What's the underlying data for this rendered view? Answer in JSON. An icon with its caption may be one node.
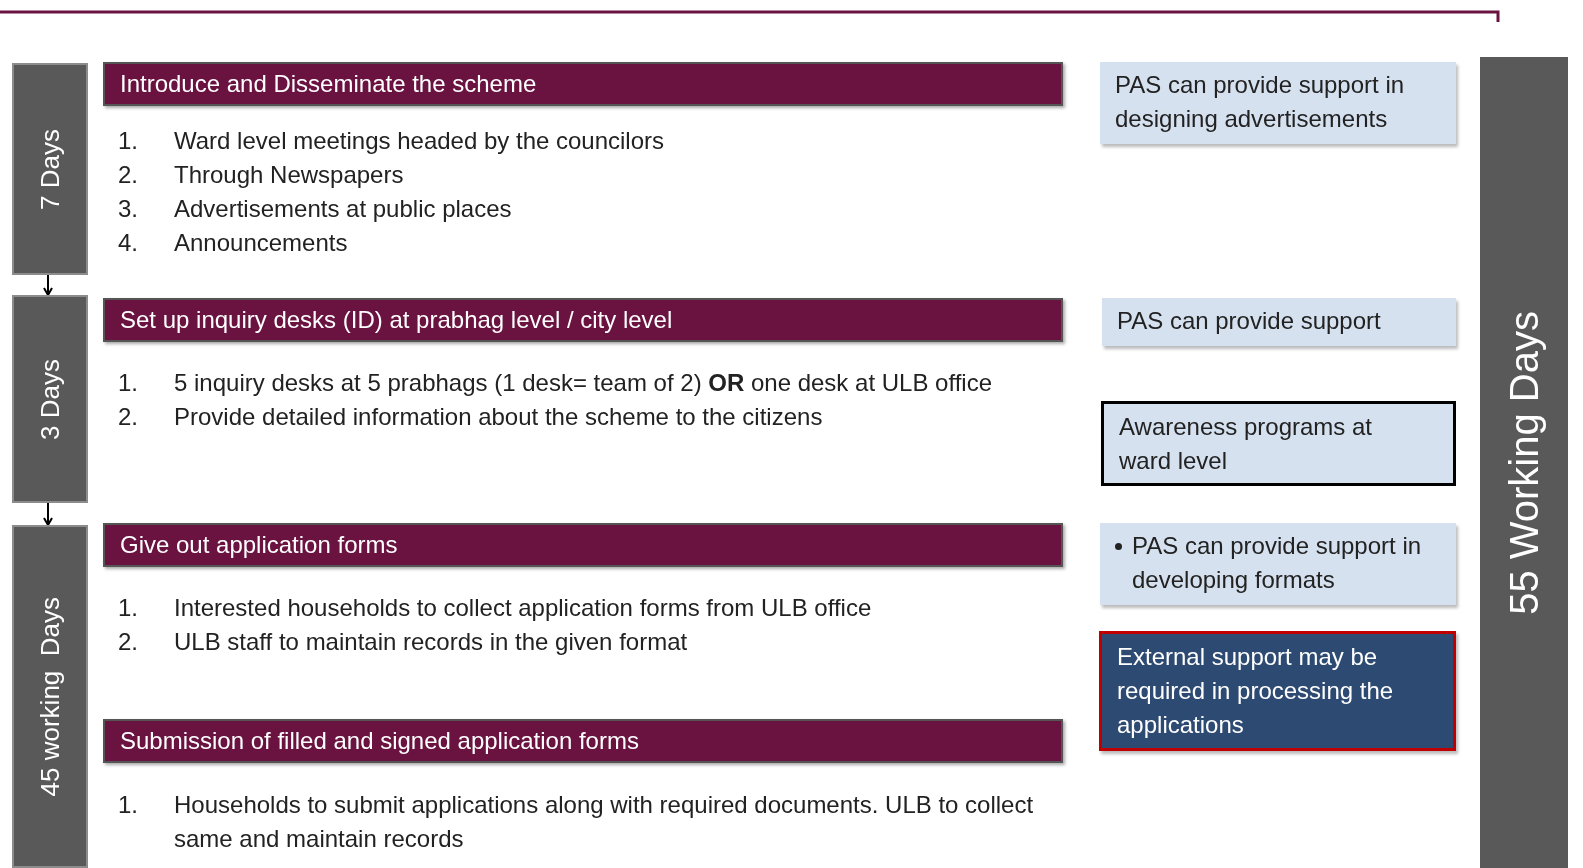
{
  "diagram": {
    "nodes": [
      {
        "text": [
          "7 Days"
        ]
      },
      {
        "text": [
          "Introduce and Disseminate the scheme"
        ]
      },
      {
        "text": [
          "3 Days"
        ]
      },
      {
        "text": [
          "Set up inquiry desks (ID) at prabhag level / city level"
        ]
      },
      {
        "text": [
          "45 working  Days"
        ]
      },
      {
        "text": [
          "Give out application forms"
        ]
      },
      {
        "text": [
          "Submission of filled and signed application forms"
        ]
      },
      {
        "text": [
          "PAS can provide support in designing advertisements"
        ]
      },
      {
        "text": [
          "PAS can provide support"
        ]
      },
      {
        "text": [
          "Awareness programs at ward level"
        ]
      },
      {
        "text": [
          "PAS can provide support in developing formats"
        ]
      },
      {
        "text": [
          "External support may be required in processing the applications"
        ]
      },
      {
        "text": [
          "55 Working Days"
        ]
      }
    ],
    "edges": [
      {
        "from": 0,
        "to": 2,
        "arrow": "to"
      },
      {
        "from": 2,
        "to": 4,
        "arrow": "to"
      }
    ],
    "labels": [
      "1.",
      "Ward level meetings headed by the councilors",
      "2.",
      "Through Newspapers",
      "3.",
      "Advertisements at public places",
      "4.",
      "Announcements",
      "1.",
      "5 inquiry desks at 5 prabhags (1 desk= team of 2) **OR** one desk at ULB office",
      "2.",
      "Provide detailed information about the scheme to the citizens",
      "1.",
      "Interested households to collect application forms from ULB office",
      "2.",
      "ULB staff to maintain records in the given format",
      "1.",
      "Households to submit applications along with required documents. ULB to collect same and maintain records"
    ]
  }
}
